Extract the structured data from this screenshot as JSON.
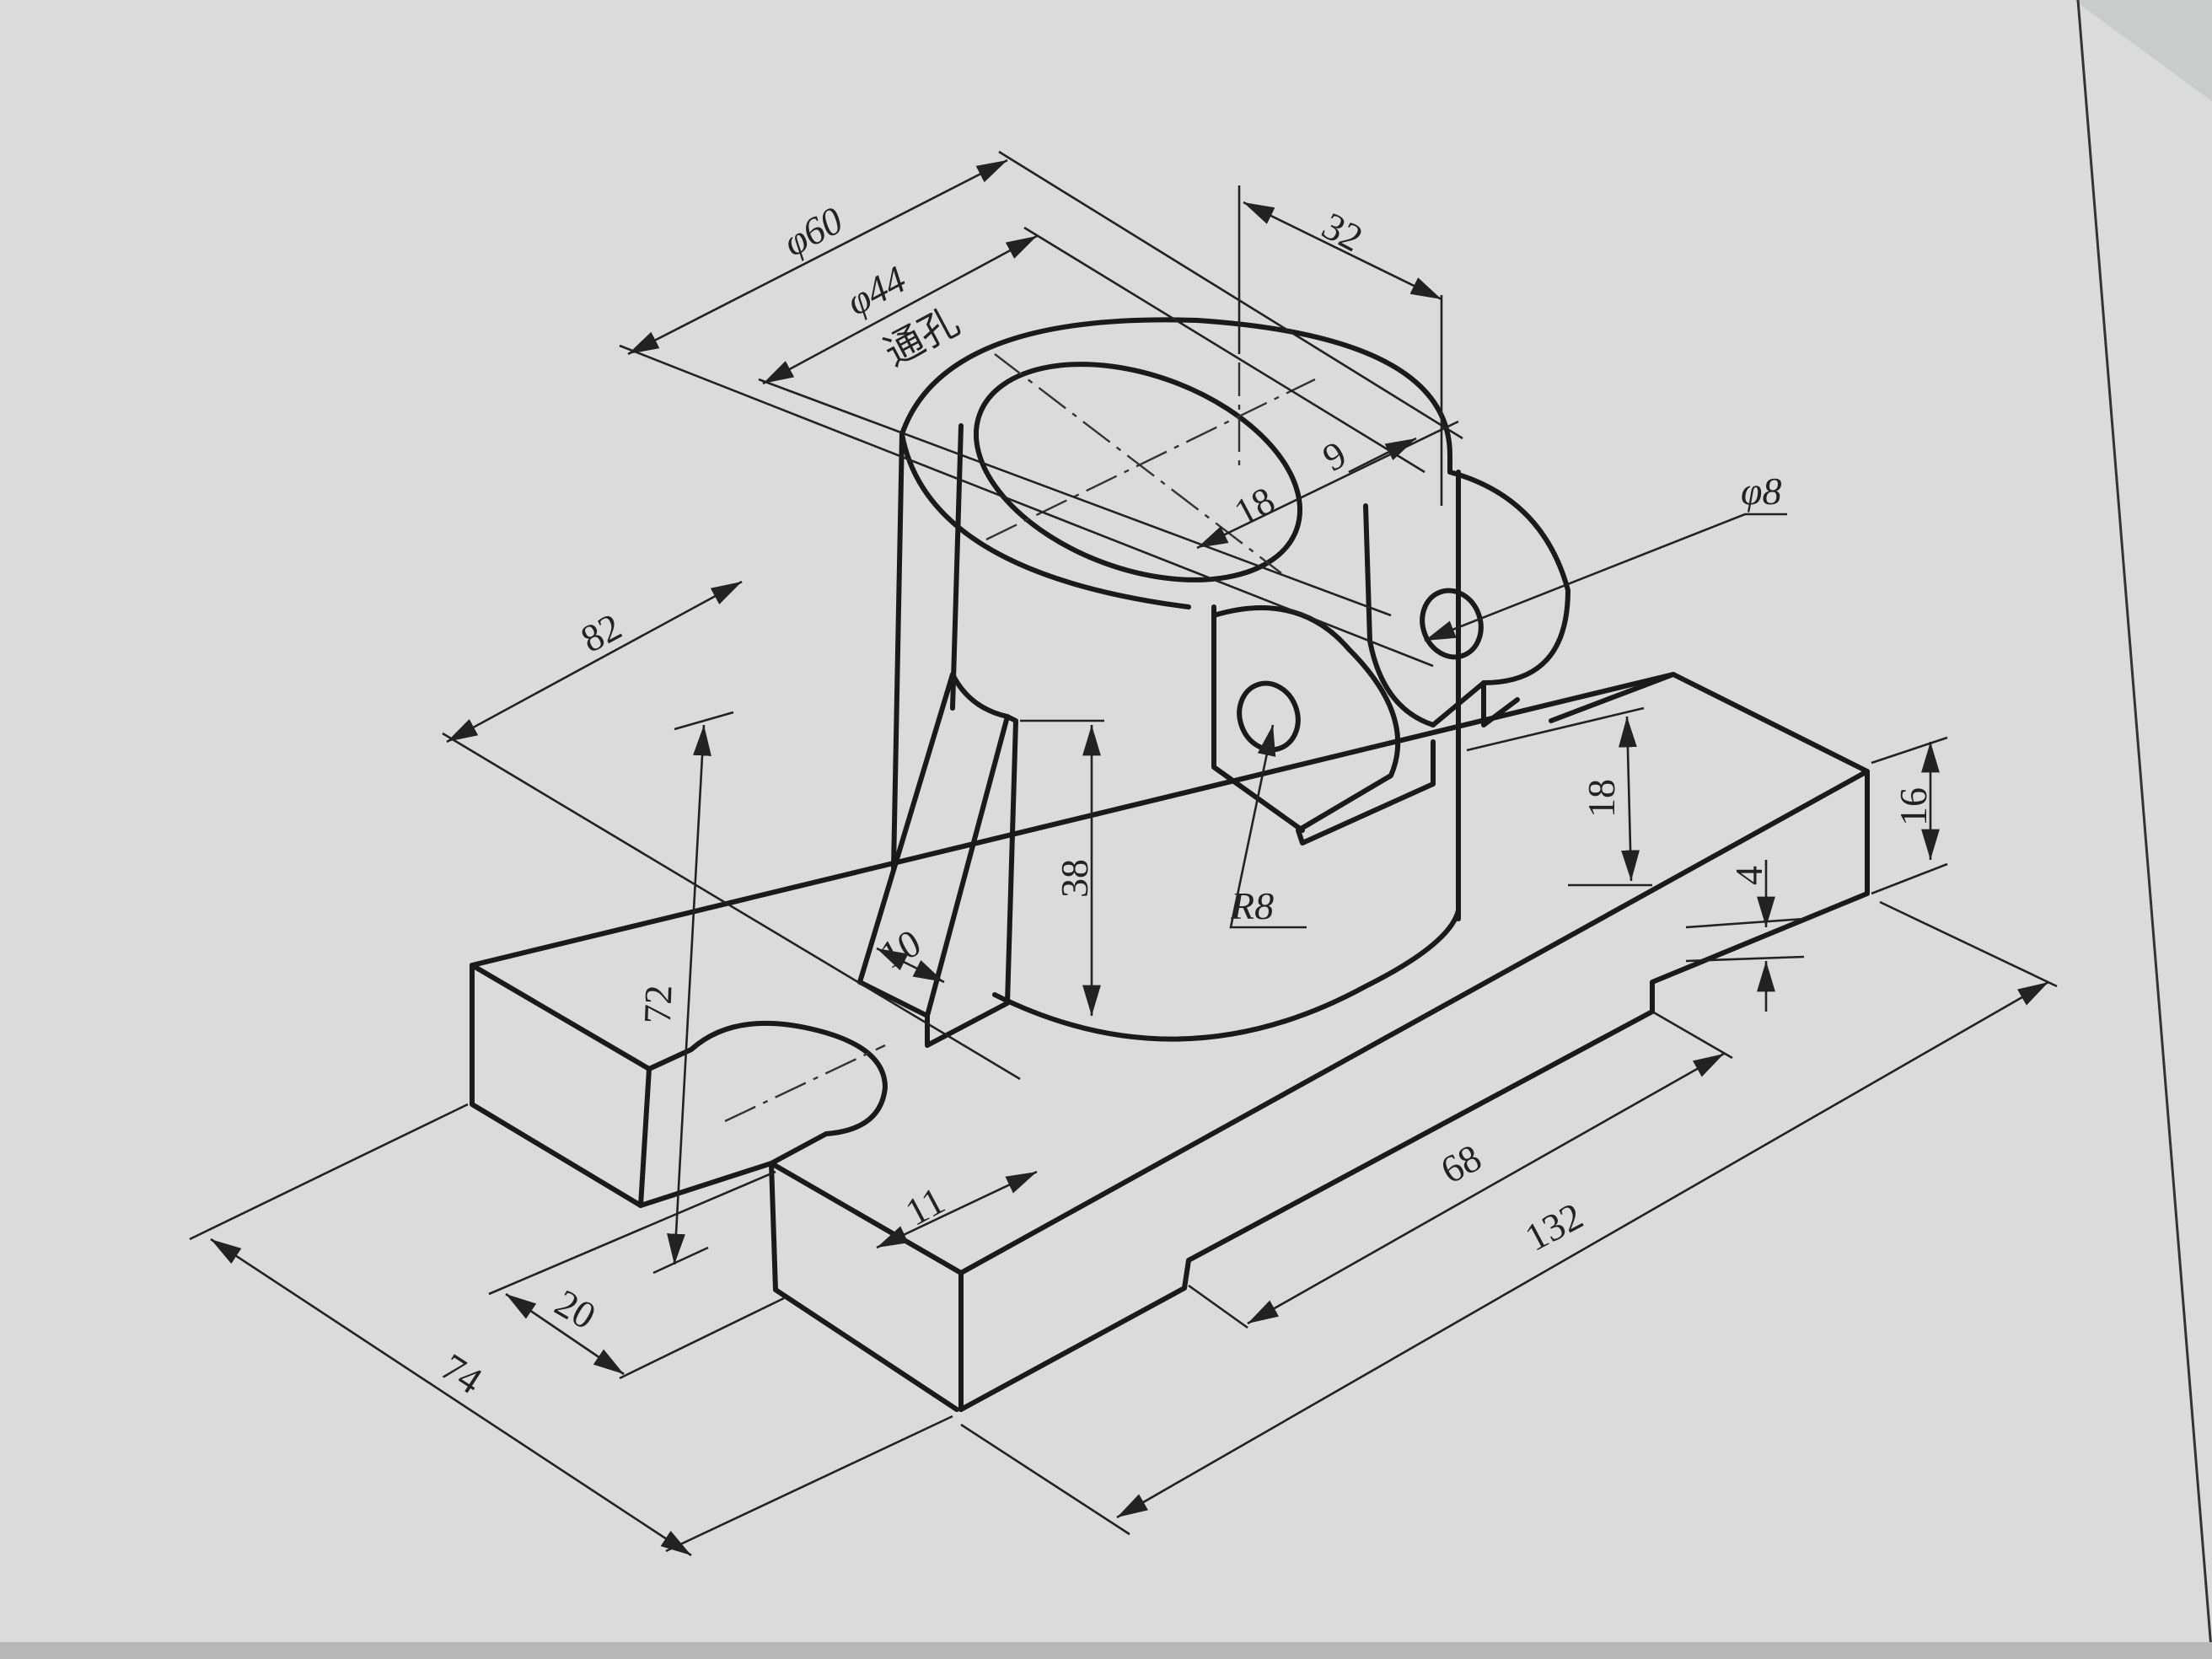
{
  "drawing": {
    "description_labels": {
      "d60": "φ60",
      "d44": "φ44",
      "through_hole": "通孔",
      "d32": "32",
      "d9": "9",
      "d18_top": "18",
      "d8": "φ8",
      "d82": "82",
      "d72": "72",
      "d38": "38",
      "d10": "10",
      "r8": "R8",
      "d18_side": "18",
      "d16": "16",
      "d4": "4",
      "d11": "11",
      "d68": "68",
      "d132": "132",
      "d20": "20",
      "d74": "74"
    },
    "colors": {
      "paper": "#d9dbdc",
      "background": "#c9cccd",
      "line": "#1a1a1a"
    }
  }
}
